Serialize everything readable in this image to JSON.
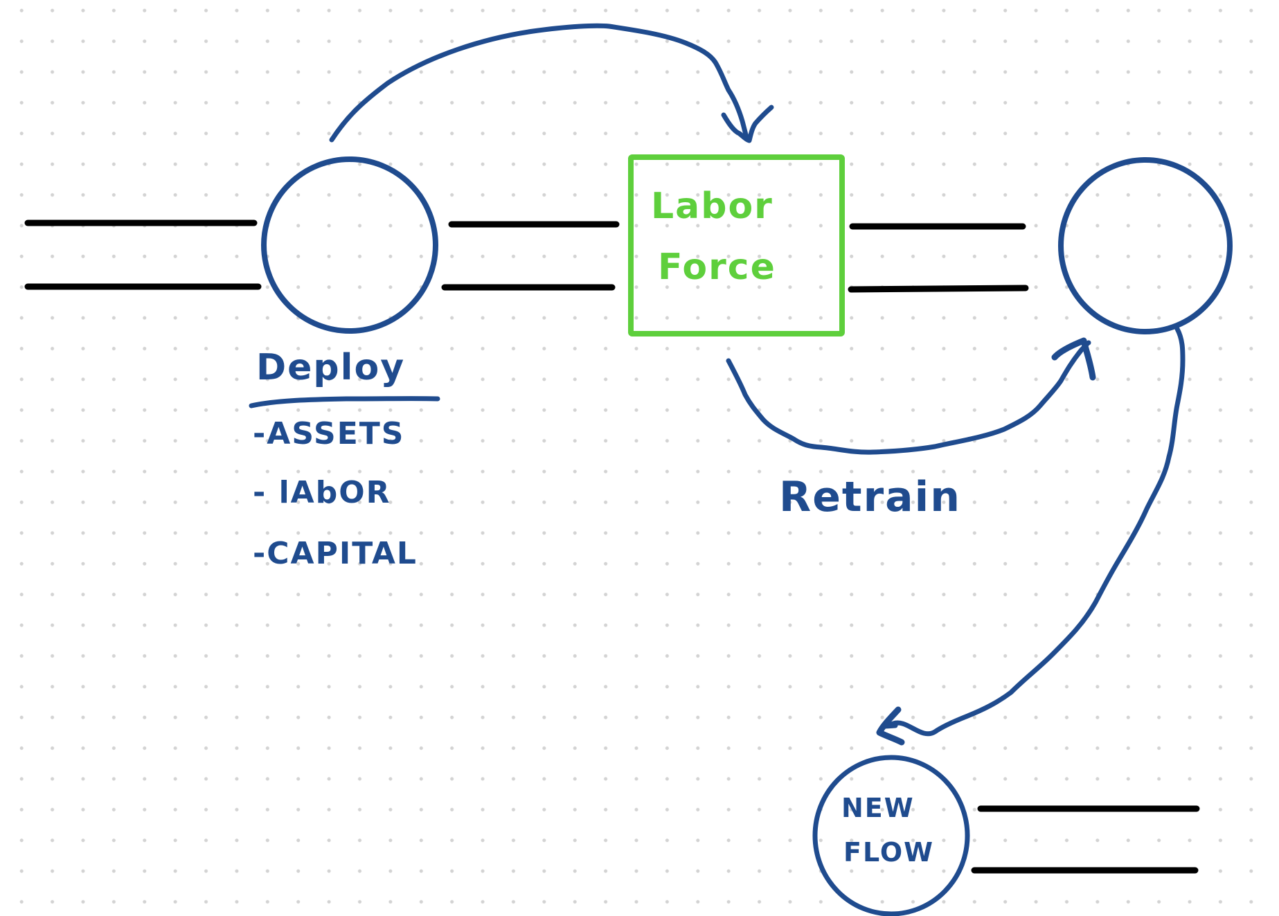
{
  "canvas": {
    "background": "dot-grid",
    "dot_color": "#d3d3d3",
    "colors": {
      "blue_ink": "#1f4b8e",
      "green_ink": "#5ecf3c",
      "black_ink": "#000000"
    }
  },
  "nodes": {
    "deploy_node": {
      "shape": "circle",
      "label": ""
    },
    "labor_force_box": {
      "shape": "rectangle",
      "label_line1": "Labor",
      "label_line2": "Force"
    },
    "target_node": {
      "shape": "circle",
      "label": ""
    },
    "new_flow_node": {
      "shape": "circle",
      "label_line1": "NEW",
      "label_line2": "FLOW"
    }
  },
  "annotations": {
    "deploy": {
      "heading": "Deploy",
      "items": [
        "-ASSETS",
        "- lAbOR",
        "-CAPITAL"
      ]
    },
    "retrain": "Retrain"
  },
  "edges": [
    {
      "from": "deploy_node",
      "to": "labor_force_box",
      "style": "curved-arrow-over"
    },
    {
      "from": "labor_force_box",
      "to": "target_node",
      "style": "curved-arrow-under",
      "label": "Retrain"
    },
    {
      "from": "target_node",
      "to": "new_flow_node",
      "style": "curved-arrow-down"
    }
  ]
}
